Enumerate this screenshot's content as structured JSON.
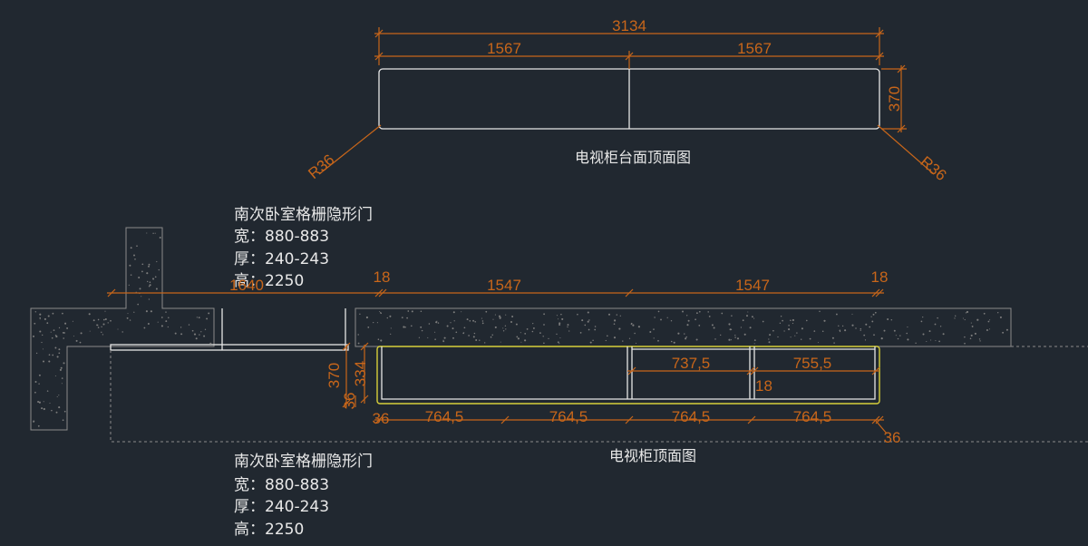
{
  "colors": {
    "background": "#212830",
    "dimension": "#c8661a",
    "line": "#e6e6e6",
    "wall": "#8a8a8a",
    "highlight": "#d8cf3a",
    "text": "#e8e8e8"
  },
  "top_view": {
    "title": "电视柜台面顶面图",
    "dims": {
      "total": "3134",
      "left": "1567",
      "right": "1567",
      "depth": "370",
      "radius_left": "R36",
      "radius_right": "R36"
    }
  },
  "cabinet_view": {
    "title": "电视柜顶面图",
    "dims": {
      "overlap": "1640",
      "end_left": "18",
      "span_left": "1547",
      "span_right": "1547",
      "end_right": "18",
      "depth_370": "370",
      "depth_334": "334",
      "side_36": "36",
      "inner_left": "737,5",
      "inner_right": "755,5",
      "divider": "18",
      "bottom_1": "764,5",
      "bottom_2": "764,5",
      "bottom_3": "764,5",
      "bottom_4": "764,5",
      "corner_left": "36",
      "corner_right": "36"
    }
  },
  "door_notes": [
    {
      "title": "南次卧室格栅隐形门",
      "width": "宽：880-883",
      "thickness": "厚：240-243",
      "height": "高：2250"
    },
    {
      "title": "南次卧室格栅隐形门",
      "width": "宽：880-883",
      "thickness": "厚：240-243",
      "height": "高：2250"
    }
  ]
}
